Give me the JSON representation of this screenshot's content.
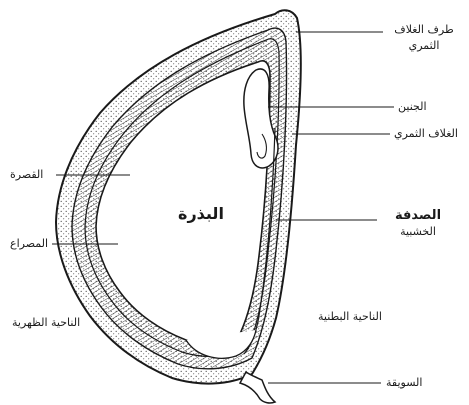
{
  "labels": {
    "pericarp_tip_line1": "طرف الغلاف",
    "pericarp_tip_line2": "الثمري",
    "embryo": "الجنين",
    "pericarp": "الغلاف الثمري",
    "husk": "القصرة",
    "seed": "البذرة",
    "endocarp_line1": "الصدفة",
    "endocarp_line2": "الخشبية",
    "valve": "المصراع",
    "dorsal_side": "الناحية الظهرية",
    "ventral_side": "الناحية البطنية",
    "stalk": "السويقة"
  },
  "colors": {
    "stroke": "#1a1a1a",
    "stipple": "#555555",
    "background": "#ffffff"
  }
}
